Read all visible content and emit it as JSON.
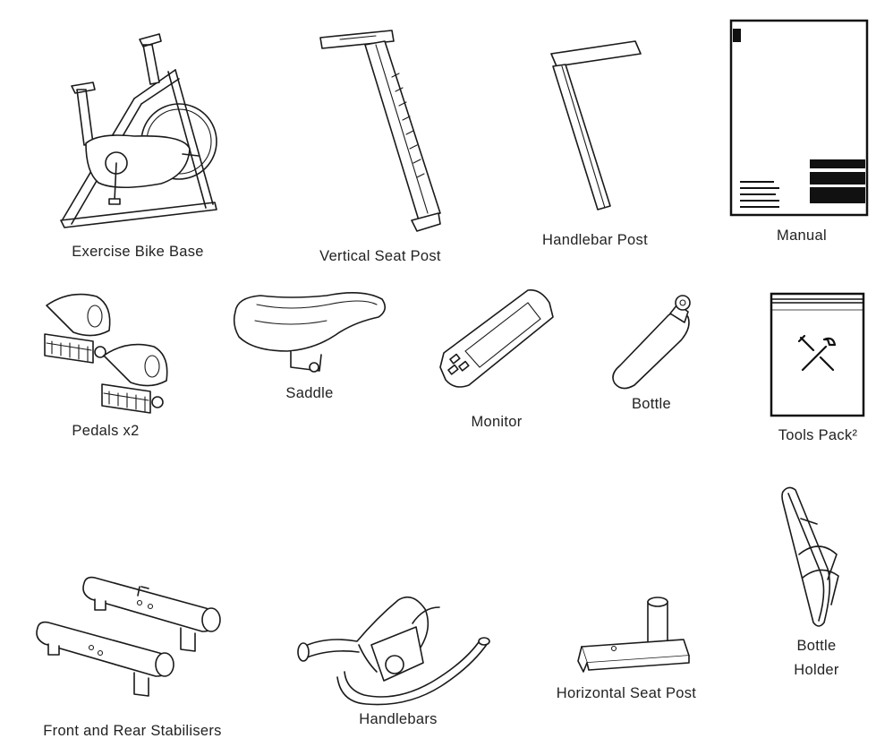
{
  "parts": [
    {
      "key": "exercise_bike_base",
      "label": "Exercise Bike Base"
    },
    {
      "key": "vertical_seat_post",
      "label": "Vertical Seat Post"
    },
    {
      "key": "handlebar_post",
      "label": "Handlebar Post"
    },
    {
      "key": "manual",
      "label": "Manual"
    },
    {
      "key": "pedals",
      "label": "Pedals x2"
    },
    {
      "key": "saddle",
      "label": "Saddle"
    },
    {
      "key": "monitor",
      "label": "Monitor"
    },
    {
      "key": "bottle",
      "label": "Bottle"
    },
    {
      "key": "tools_pack",
      "label": "Tools Pack²"
    },
    {
      "key": "stabilisers",
      "label": "Front and Rear Stabilisers"
    },
    {
      "key": "handlebars",
      "label": "Handlebars"
    },
    {
      "key": "horizontal_seat_post",
      "label": "Horizontal Seat Post"
    },
    {
      "key": "bottle_holder",
      "label_line1": "Bottle",
      "label_line2": "Holder"
    }
  ],
  "icons": {
    "bike_base": "exercise-bike-base-drawing",
    "tools": "tools-wrench-screwdriver-icon"
  }
}
